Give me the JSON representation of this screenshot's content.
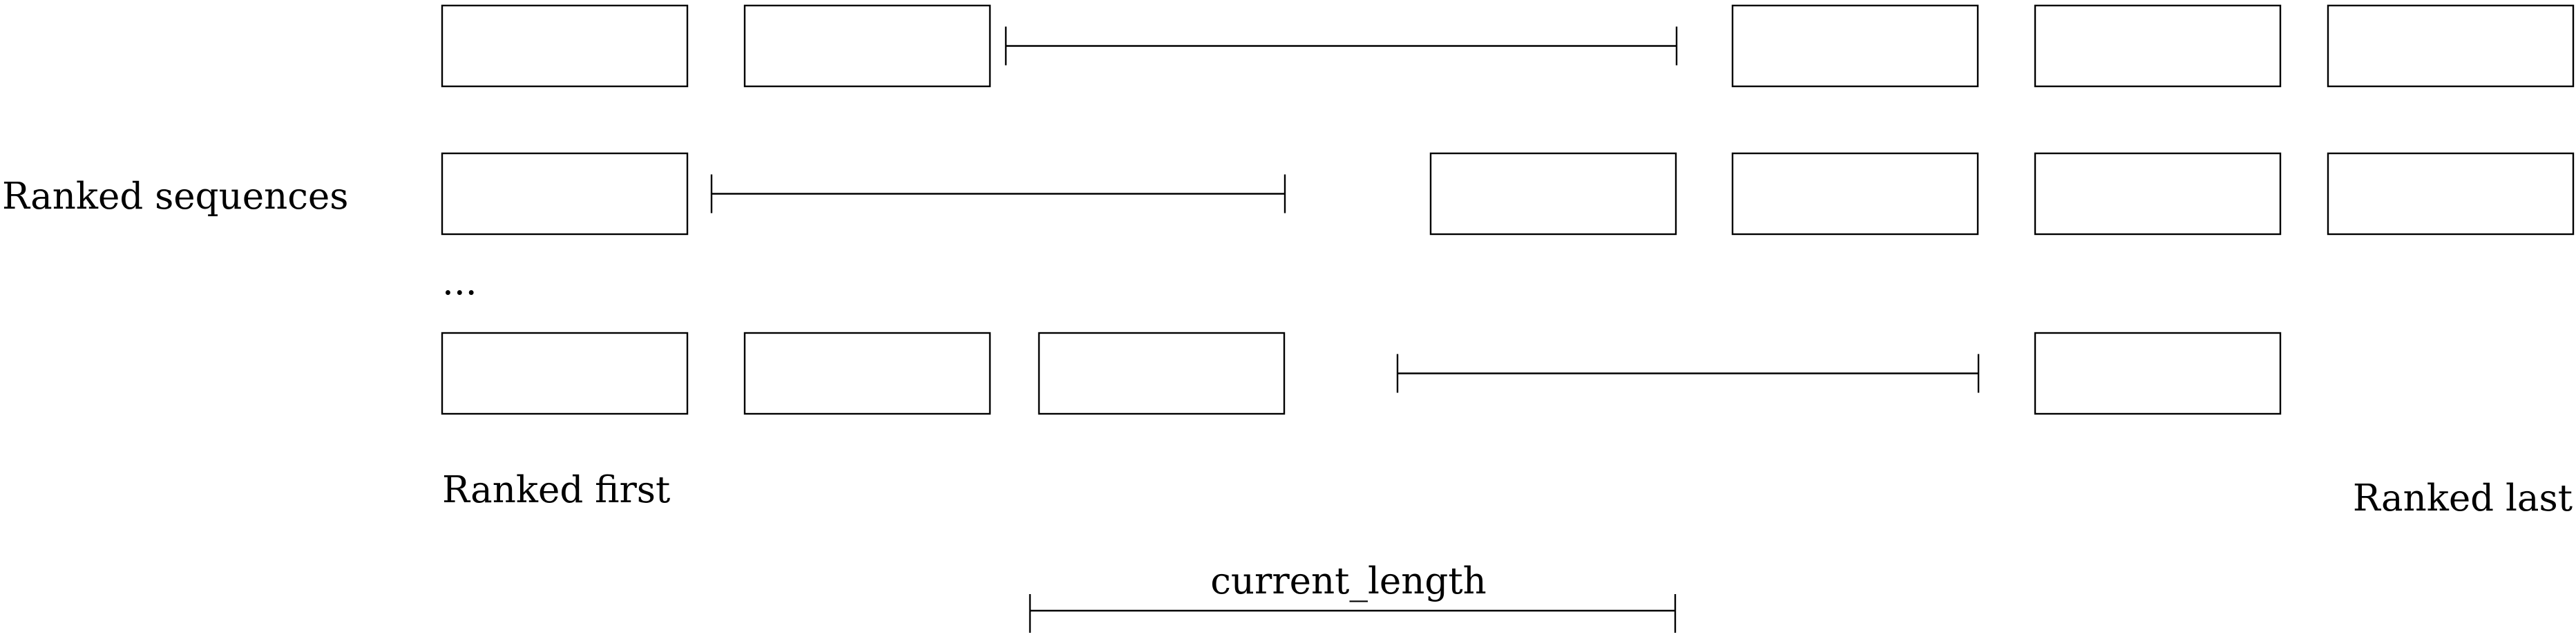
{
  "labels": {
    "ranked_sequences": "Ranked sequences",
    "ellipsis": "...",
    "ranked_first": "Ranked first",
    "ranked_last": "Ranked last",
    "current_length": "current_length"
  },
  "rows": [
    {
      "name": "row-1",
      "cells": [
        "box",
        "box",
        "gap",
        "gap",
        "box",
        "box",
        "box"
      ]
    },
    {
      "name": "row-2",
      "cells": [
        "box",
        "gap",
        "gap",
        "box",
        "box",
        "box",
        "box"
      ]
    },
    {
      "name": "row-last",
      "cells": [
        "box",
        "box",
        "box",
        "gap",
        "gap",
        "box"
      ]
    }
  ],
  "colors": {
    "stroke": "#000000",
    "background": "#ffffff"
  }
}
